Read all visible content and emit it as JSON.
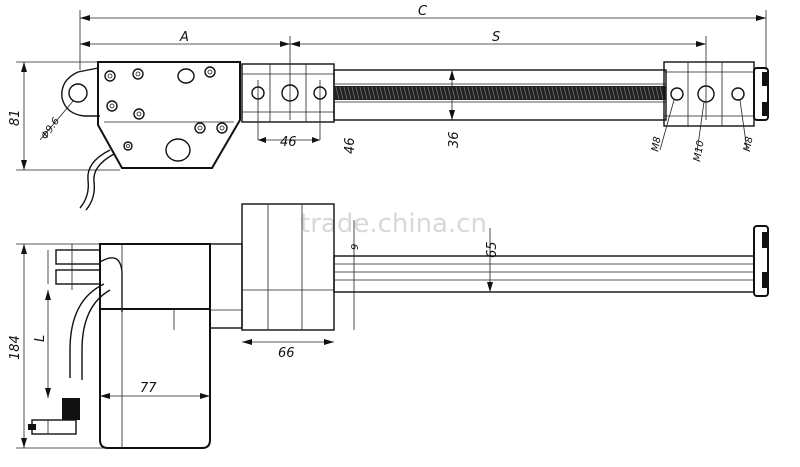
{
  "labels": {
    "C": "C",
    "A": "A",
    "S": "S",
    "d81": "81",
    "hole": "Φ9.6",
    "d46a": "46",
    "d46b": "46",
    "d36": "36",
    "m8a": "M8",
    "m10": "M10",
    "m8b": "M8",
    "d184": "184",
    "L": "L",
    "d66": "66",
    "d77": "77",
    "d65": "65",
    "d9": "9"
  },
  "watermark": "trade.china.cn"
}
